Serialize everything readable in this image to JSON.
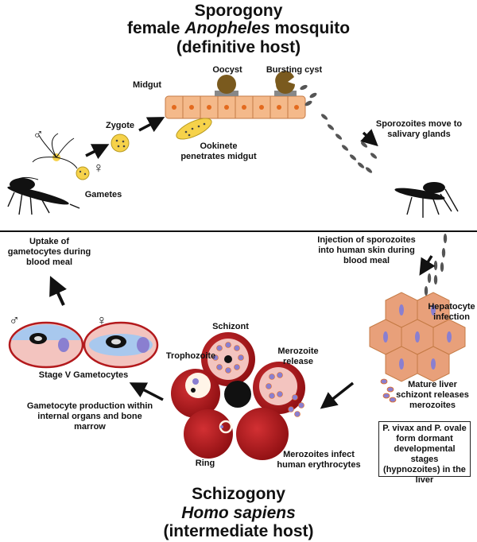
{
  "sporogony": {
    "title": "Sporogony",
    "host_prefix": "female",
    "host_genus": "Anopheles",
    "host_suffix": "mosquito",
    "host_role": "(definitive host)"
  },
  "schizogony": {
    "title": "Schizogony",
    "host_species": "Homo sapiens",
    "host_role": "(intermediate host)"
  },
  "labels": {
    "oocyst": "Oocyst",
    "bursting_cyst": "Bursting cyst",
    "midgut": "Midgut",
    "zygote": "Zygote",
    "ookinete": "Ookinete penetrates midgut",
    "sporozoites_move": "Sporozoites move to salivary glands",
    "gametes": "Gametes",
    "uptake": "Uptake of gametocytes during blood meal",
    "injection": "Injection of sporozoites into human skin during blood meal",
    "hepatocyte": "Hepatocyte infection",
    "mature_liver": "Mature liver schizont releases merozoites",
    "dormant_note": "P. vivax and P. ovale form dormant developmental stages (hypnozoites) in the liver",
    "schizont": "Schizont",
    "merozoite_release": "Merozoite release",
    "trophozoite": "Trophozoite",
    "ring": "Ring",
    "merozoites_infect": "Merozoites infect human erythrocytes",
    "stage_v": "Stage V Gametocytes",
    "gametocyte_production": "Gametocyte production within internal organs and bone marrow",
    "male_symbol": "♂",
    "female_symbol": "♀"
  },
  "icons": [
    "mosquito-icon",
    "arrow-icon",
    "male-symbol-icon",
    "female-symbol-icon"
  ],
  "colors": {
    "midgut_fill": "#f4b98a",
    "midgut_nucleus": "#e36a1e",
    "oocyst": "#7a5a1e",
    "zygote": "#f6d24a",
    "hepatocyte": "#e8a07a",
    "hepatocyte_nucleus": "#8a7fd0",
    "erythrocyte": "#b3191c",
    "gametocyte_fill": "#f3c4bf",
    "gametocyte_blue": "#a8c8ee",
    "sporozoite": "#555555"
  }
}
